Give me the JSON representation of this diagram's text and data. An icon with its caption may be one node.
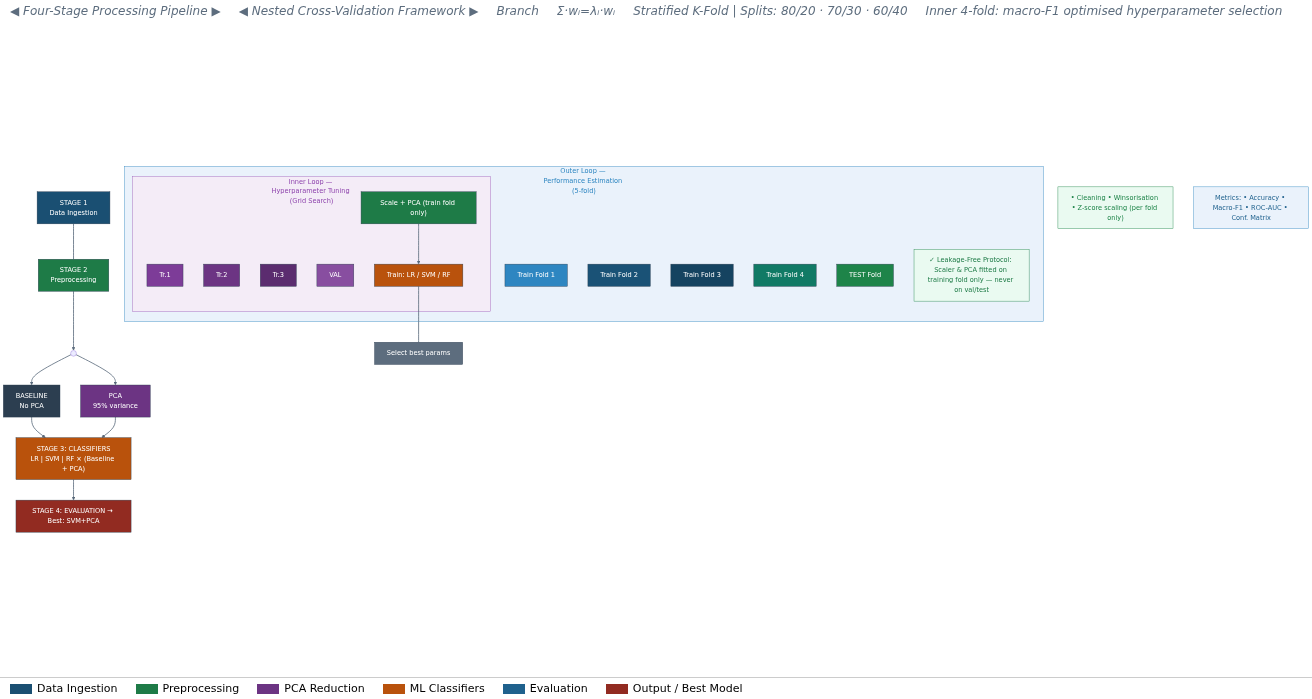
{
  "diagram": {
    "nodes": [
      {
        "text": [
          "STAGE 1",
          "Data Ingestion"
        ]
      },
      {
        "text": [
          "• Cleaning • Winsorisation • Z-score scaling (per fold only)"
        ]
      },
      {
        "text": [
          "STAGE 2",
          "Preprocessing"
        ]
      },
      {
        "text": [],
        "shape": "circle"
      },
      {
        "text": [
          "BASELINE",
          "No PCA"
        ]
      },
      {
        "text": [
          "PCA",
          "95% variance"
        ]
      },
      {
        "text": [
          "STAGE 3: CLASSIFIERS",
          "LR | SVM | RF × (Baseline + PCA)"
        ]
      },
      {
        "text": [
          "Metrics: • Accuracy • Macro-F1 • ROC-AUC • Conf. Matrix"
        ]
      },
      {
        "text": [
          "STAGE 4: EVALUATION → Best: SVM+PCA"
        ]
      },
      {
        "text": [
          "Outer Loop — Performance Estimation (5-fold)"
        ]
      },
      {
        "text": [
          "Train Fold 1"
        ],
        "in": 9
      },
      {
        "text": [
          "Train Fold 2"
        ],
        "in": 9
      },
      {
        "text": [
          "Train Fold 3"
        ],
        "in": 9
      },
      {
        "text": [
          "Train Fold 4"
        ],
        "in": 9
      },
      {
        "text": [
          "TEST Fold"
        ],
        "in": 9
      },
      {
        "text": [
          "Inner Loop — Hyperparameter Tuning (Grid Search)"
        ],
        "in": 9
      },
      {
        "text": [
          "Tr.1"
        ],
        "in": 15
      },
      {
        "text": [
          "Tr.2"
        ],
        "in": 15
      },
      {
        "text": [
          "Tr.3"
        ],
        "in": 15
      },
      {
        "text": [
          "VAL"
        ],
        "in": 15
      },
      {
        "text": [
          "Scale + PCA (train fold only)"
        ],
        "in": 15
      },
      {
        "text": [
          "Train: LR / SVM / RF"
        ],
        "in": 15
      },
      {
        "text": [
          "Select best params"
        ]
      },
      {
        "text": [
          "✓ Leakage-Free Protocol: Scaler & PCA fitted on training fold only — never on val/test"
        ],
        "in": 9
      }
    ],
    "edges": [
      {
        "from": 0,
        "to": 2,
        "arrow": "none"
      },
      {
        "from": 2,
        "to": 3,
        "arrow": "to"
      },
      {
        "from": 3,
        "to": 4,
        "arrow": "to"
      },
      {
        "from": 3,
        "to": 5,
        "arrow": "to"
      },
      {
        "from": 4,
        "to": 6,
        "arrow": "to"
      },
      {
        "from": 5,
        "to": 6,
        "arrow": "to"
      },
      {
        "from": 6,
        "to": 8,
        "arrow": "to"
      },
      {
        "from": 20,
        "to": 21,
        "arrow": "to"
      },
      {
        "from": 21,
        "to": 22,
        "arrow": "none"
      }
    ],
    "labels": [
      "◀ Four-Stage Processing Pipeline ▶",
      "◀ Nested Cross-Validation Framework ▶",
      "Branch",
      "Σ·wᵢ=λᵢ·wᵢ",
      "Stratified K-Fold | Splits: 80/20 · 70/30 · 60/40",
      "Inner 4-fold: macro-F1 optimised hyperparameter selection"
    ],
    "legend": [
      {
        "text": "Data Ingestion",
        "color": "#1a4f72"
      },
      {
        "text": "Preprocessing",
        "color": "#1e7b47"
      },
      {
        "text": "PCA Reduction",
        "color": "#6c3483"
      },
      {
        "text": "ML Classifiers",
        "color": "#b9520c"
      },
      {
        "text": "Evaluation",
        "color": "#1f618d"
      },
      {
        "text": "Output / Best Model",
        "color": "#922b21"
      }
    ]
  }
}
